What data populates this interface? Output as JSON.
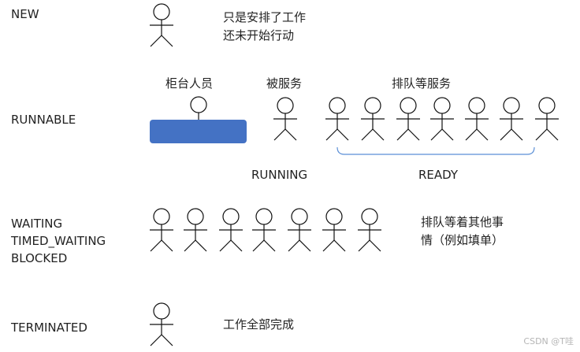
{
  "states": {
    "new": "NEW",
    "runnable": "RUNNABLE",
    "waiting": "WAITING",
    "timed_waiting": "TIMED_WAITING",
    "blocked": "BLOCKED",
    "terminated": "TERMINATED"
  },
  "notes": {
    "new_line1": "只是安排了工作",
    "new_line2": "还未开始行动",
    "counter_staff": "柜台人员",
    "being_served": "被服务",
    "queue_for_service": "排队等服务",
    "running": "RUNNING",
    "ready": "READY",
    "waiting_line1": "排队等着其他事",
    "waiting_line2": "情（例如填单）",
    "terminated_note": "工作全部完成"
  },
  "watermark": "CSDN @T哇",
  "colors": {
    "counter": "#4472c4",
    "stroke": "#111111",
    "bracket": "#5b8fd6"
  }
}
